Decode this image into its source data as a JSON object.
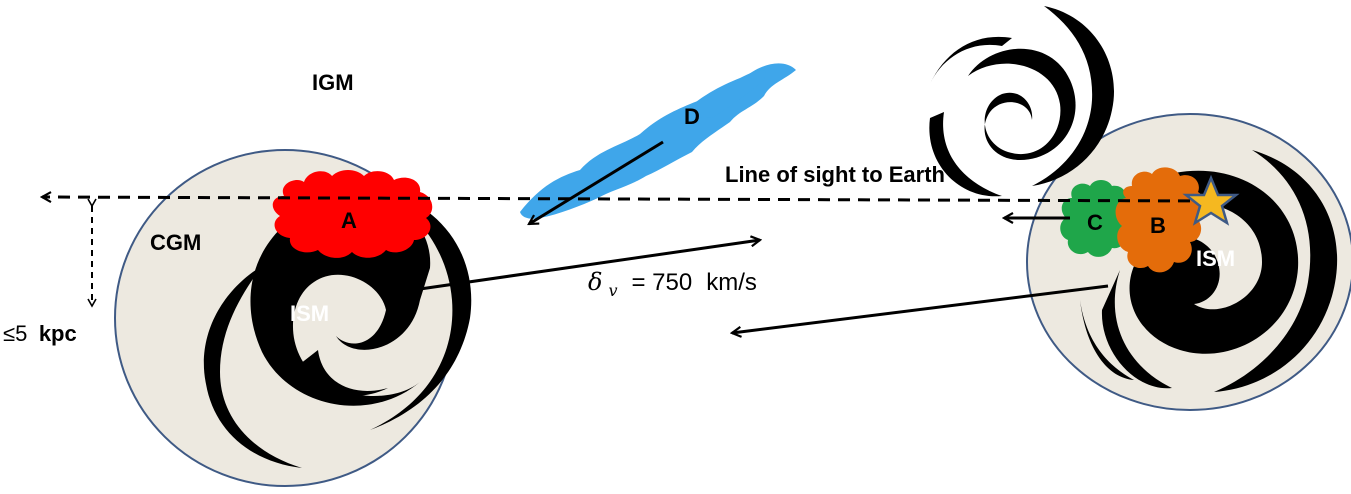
{
  "labels": {
    "igm": "IGM",
    "cgm": "CGM",
    "ism_left": "ISM",
    "ism_right": "ISM",
    "line_of_sight": "Line of sight to Earth",
    "cloud_a": "A",
    "cloud_b": "B",
    "cloud_c": "C",
    "cloud_d": "D",
    "distance_symbol": "≤5",
    "distance_unit": "kpc",
    "velocity_symbol": "δ",
    "velocity_subscript": "v",
    "velocity_equals": "= 750",
    "velocity_unit": "km/s"
  },
  "colors": {
    "halo_fill": "#ede9e0",
    "halo_stroke": "#3f5a85",
    "spiral": "#000000",
    "cloud_a": "#ff0000",
    "cloud_b": "#e46c0a",
    "cloud_c": "#1fa64a",
    "cloud_d": "#3fa6ea",
    "star_fill": "#f5b820",
    "star_stroke": "#3f5a85"
  },
  "icons": {
    "background_galaxy": "spiral-galaxy-icon",
    "quasar": "star-icon"
  }
}
